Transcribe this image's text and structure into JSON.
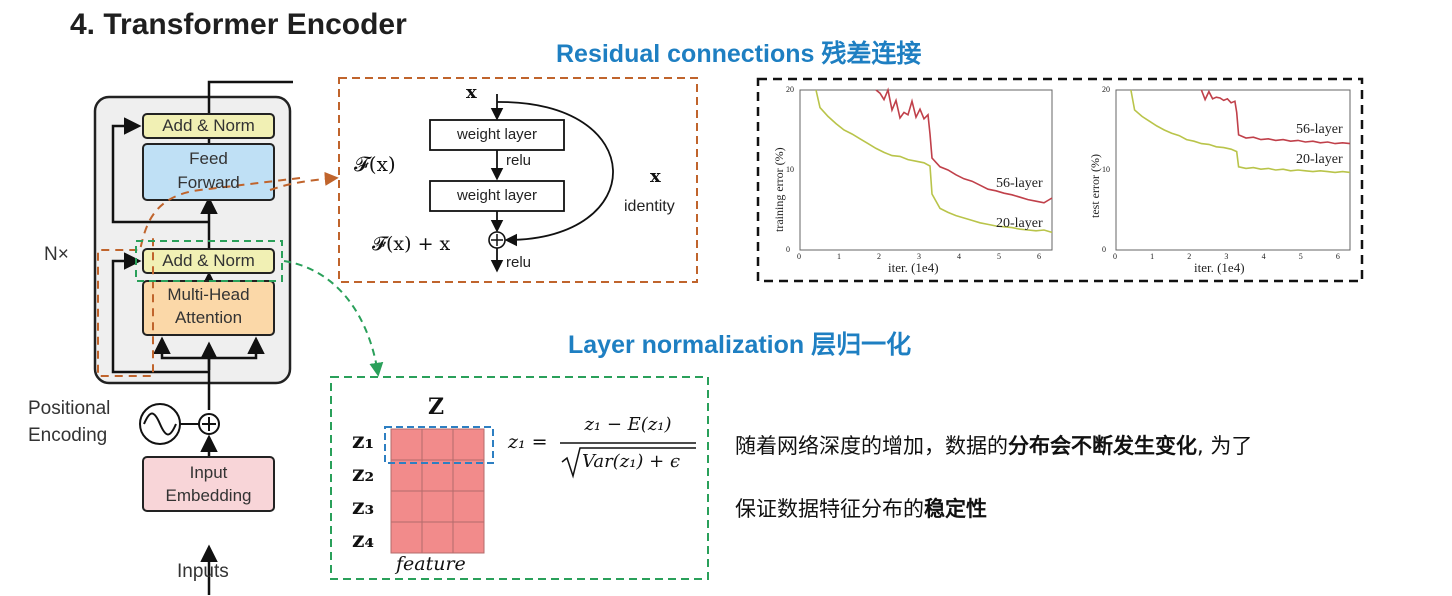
{
  "title": "4.  Transformer Encoder",
  "encoder": {
    "nx": "N×",
    "add_norm_top": "Add & Norm",
    "feed_forward_1": "Feed",
    "feed_forward_2": "Forward",
    "add_norm_bottom": "Add & Norm",
    "mha_1": "Multi-Head",
    "mha_2": "Attention",
    "pos_enc_1": "Positional",
    "pos_enc_2": "Encoding",
    "input_emb_1": "Input",
    "input_emb_2": "Embedding",
    "inputs": "Inputs"
  },
  "residual": {
    "heading": "Residual connections 残差连接",
    "x_top": "x",
    "weight_layer_1": "weight layer",
    "relu_mid": "relu",
    "weight_layer_2": "weight layer",
    "fx": "𝓕(x)",
    "fx_plus_x": "𝓕(x) + x",
    "relu_out": "relu",
    "x_identity": "x",
    "identity": "identity"
  },
  "plots": {
    "left_ylabel": "training error (%)",
    "right_ylabel": "test error (%)",
    "xlabel": "iter. (1e4)",
    "label_56": "56-layer",
    "label_20": "20-layer",
    "xticks": [
      "0",
      "1",
      "2",
      "3",
      "4",
      "5",
      "6"
    ],
    "yticks": [
      "0",
      "10",
      "20"
    ],
    "colors": {
      "layer56": "#c0404a",
      "layer20": "#b9c44a"
    }
  },
  "chart_data": [
    {
      "type": "line",
      "title": "",
      "xlabel": "iter. (1e4)",
      "ylabel": "training error (%)",
      "xlim": [
        0,
        6.3
      ],
      "ylim": [
        0,
        20
      ],
      "series": [
        {
          "name": "56-layer",
          "x": [
            1.9,
            2.0,
            2.1,
            2.2,
            2.3,
            2.4,
            2.5,
            2.6,
            2.7,
            2.8,
            2.9,
            3.0,
            3.1,
            3.2,
            3.25,
            3.3,
            3.5,
            3.7,
            3.9,
            4.1,
            4.3,
            4.5,
            4.7,
            4.9,
            5.1,
            5.3,
            5.5,
            5.7,
            5.9,
            6.1,
            6.3
          ],
          "y": [
            20,
            19.6,
            18.8,
            20,
            17.5,
            18.7,
            16.5,
            17.2,
            16.9,
            18.6,
            16.6,
            17.6,
            16.4,
            16.9,
            14.5,
            11.5,
            10.4,
            10.0,
            9.4,
            8.9,
            8.6,
            8.1,
            7.6,
            7.4,
            7.1,
            6.9,
            6.6,
            6.3,
            6.1,
            5.9,
            6.5
          ]
        },
        {
          "name": "20-layer",
          "x": [
            0.4,
            0.5,
            0.7,
            0.9,
            1.1,
            1.3,
            1.5,
            1.7,
            1.9,
            2.1,
            2.3,
            2.5,
            2.7,
            2.9,
            3.1,
            3.25,
            3.3,
            3.5,
            3.7,
            3.9,
            4.1,
            4.3,
            4.5,
            4.7,
            4.9,
            5.1,
            5.3,
            5.5,
            5.7,
            5.9,
            6.1,
            6.3
          ],
          "y": [
            20,
            17.8,
            16.7,
            15.8,
            15.0,
            14.5,
            13.9,
            13.3,
            12.7,
            12.2,
            11.8,
            11.7,
            11.3,
            11.1,
            10.9,
            10.5,
            7.0,
            5.2,
            4.7,
            4.3,
            4.0,
            3.7,
            3.4,
            3.2,
            3.0,
            2.9,
            2.8,
            2.6,
            2.5,
            2.4,
            2.5,
            2.2
          ]
        }
      ]
    },
    {
      "type": "line",
      "title": "",
      "xlabel": "iter. (1e4)",
      "ylabel": "test error (%)",
      "xlim": [
        0,
        6.3
      ],
      "ylim": [
        0,
        20
      ],
      "series": [
        {
          "name": "56-layer",
          "x": [
            2.3,
            2.4,
            2.5,
            2.6,
            2.7,
            2.8,
            2.9,
            3.0,
            3.1,
            3.2,
            3.25,
            3.3,
            3.5,
            3.7,
            3.9,
            4.1,
            4.3,
            4.5,
            4.7,
            4.9,
            5.1,
            5.3,
            5.5,
            5.7,
            5.9,
            6.1,
            6.3
          ],
          "y": [
            20,
            18.8,
            19.8,
            18.9,
            19.1,
            19.0,
            18.7,
            18.9,
            18.4,
            18.6,
            17.2,
            14.4,
            14.0,
            14.1,
            13.8,
            13.9,
            13.7,
            13.8,
            13.6,
            13.7,
            13.5,
            13.6,
            13.4,
            13.5,
            13.3,
            13.4,
            13.3
          ]
        },
        {
          "name": "20-layer",
          "x": [
            0.4,
            0.5,
            0.7,
            0.9,
            1.1,
            1.3,
            1.5,
            1.7,
            1.9,
            2.1,
            2.3,
            2.5,
            2.7,
            2.9,
            3.1,
            3.25,
            3.3,
            3.5,
            3.7,
            3.9,
            4.1,
            4.3,
            4.5,
            4.7,
            4.9,
            5.1,
            5.3,
            5.5,
            5.7,
            5.9,
            6.1,
            6.3
          ],
          "y": [
            20,
            17.5,
            16.7,
            16.1,
            15.5,
            15.0,
            14.6,
            14.3,
            13.8,
            13.6,
            13.3,
            13.2,
            12.9,
            12.8,
            12.6,
            12.3,
            10.4,
            10.2,
            10.3,
            10.1,
            10.2,
            10.0,
            10.1,
            9.9,
            10.0,
            9.9,
            9.8,
            9.9,
            9.8,
            9.7,
            9.8,
            9.7
          ]
        }
      ]
    }
  ],
  "layernorm": {
    "heading": "Layer normalization 层归一化",
    "Z": "Z",
    "rows": [
      "z₁",
      "z₂",
      "z₃",
      "z₄"
    ],
    "feature": "feature",
    "formula_lhs": "z₁ =",
    "formula_num": "z₁ − E(z₁)",
    "formula_den": "Var(z₁) + ϵ",
    "cell_color": "#f28b8b"
  },
  "text": {
    "line1_a": "随着网络深度的增加，数据的",
    "line1_b": "分布会不断发生变化",
    "line1_c": ", 为了",
    "line2_a": "保证数据特征分布的",
    "line2_b": "稳定性"
  }
}
